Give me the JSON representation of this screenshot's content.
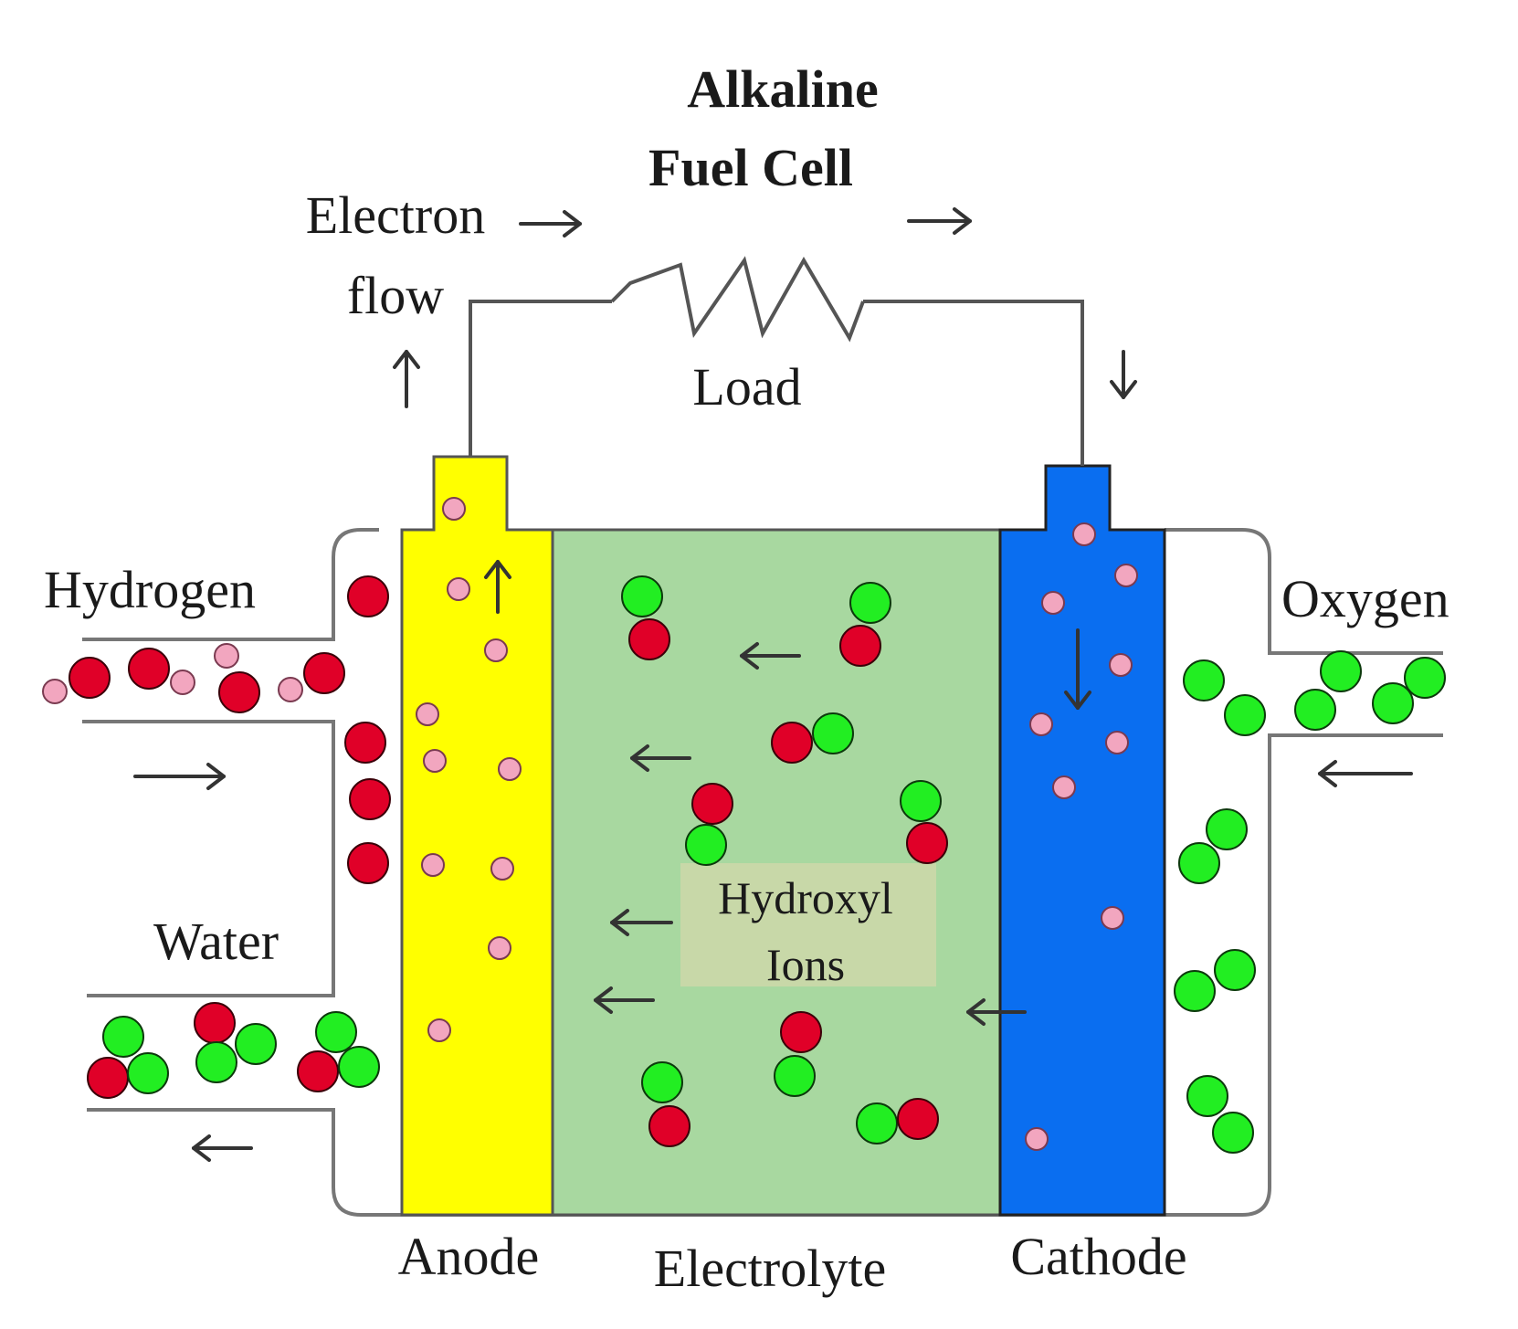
{
  "title": {
    "line1": "Alkaline",
    "line2": "Fuel Cell"
  },
  "labels": {
    "electron_flow_line1": "Electron",
    "electron_flow_line2": "flow",
    "load": "Load",
    "hydrogen": "Hydrogen",
    "oxygen": "Oxygen",
    "water": "Water",
    "hydroxyl_line1": "Hydroxyl",
    "hydroxyl_line2": "Ions",
    "anode": "Anode",
    "electrolyte": "Electrolyte",
    "cathode": "Cathode"
  },
  "colors": {
    "anode": "#ffff00",
    "electrolyte": "#a8d8a0",
    "cathode": "#0a6ef0",
    "hydroxyl_label_bg": "#c8d8a8",
    "hydrogen_atom": "#e00028",
    "oxygen_atom": "#22ee22",
    "electron": "#f2a6bf"
  },
  "icons": {
    "load": "resistor-icon",
    "arrows": "arrow-icon",
    "molecules": "molecule-icon"
  }
}
